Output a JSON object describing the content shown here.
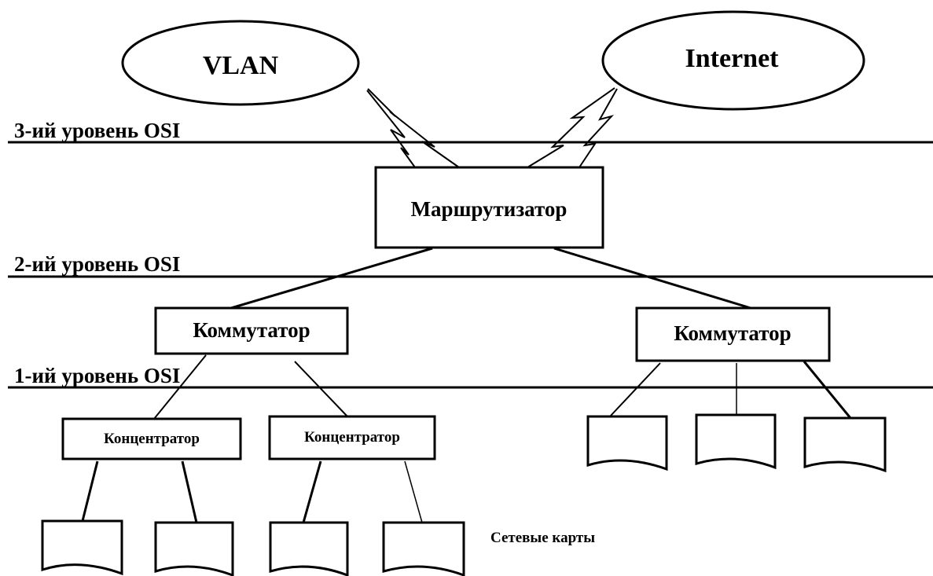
{
  "clouds": {
    "vlan": "VLAN",
    "internet": "Internet"
  },
  "levels": {
    "l3": "3-ий уровень OSI",
    "l2": "2-ий уровень OSI",
    "l1": "1-ий уровень OSI"
  },
  "nodes": {
    "router": "Маршрутизатор",
    "switch_left": "Коммутатор",
    "switch_right": "Коммутатор",
    "hub_left": "Концентратор",
    "hub_right": "Концентратор"
  },
  "network_cards_label": "Сетевые карты"
}
